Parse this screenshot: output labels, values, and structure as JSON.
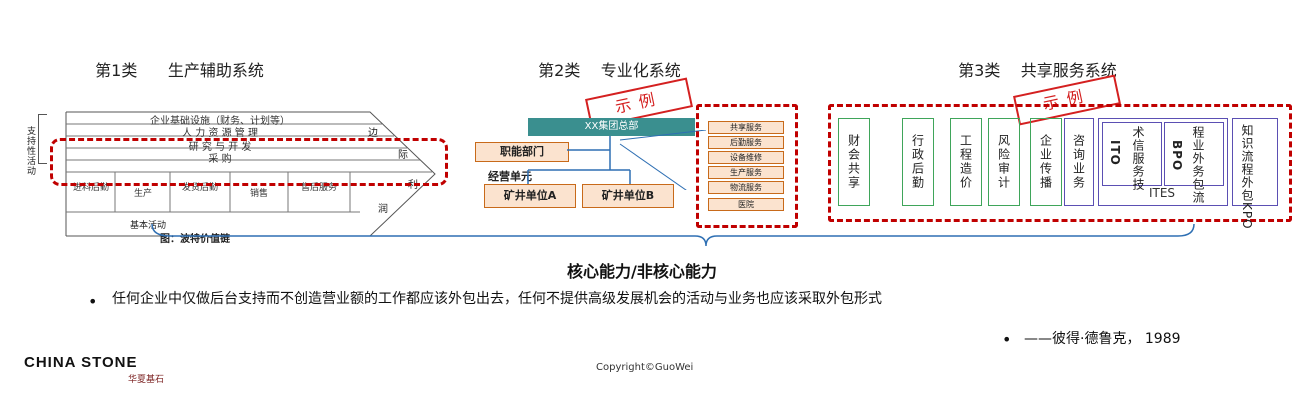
{
  "categories": [
    {
      "label": "第1类",
      "name": "生产辅助系统"
    },
    {
      "label": "第2类",
      "name": "专业化系统"
    },
    {
      "label": "第3类",
      "name": "共享服务系统"
    }
  ],
  "panel1": {
    "left_label": "支持性活动",
    "rows": [
      "企业基础设施（财务、计划等）",
      "人 力 资 源 管 理",
      "研 究 与 开 发",
      "采    购"
    ],
    "primary": [
      "进料后勤",
      "生产",
      "发货后勤",
      "销售",
      "售后服务"
    ],
    "arrow_text": [
      "边",
      "际",
      "利",
      "润"
    ],
    "bottom_label": "基本活动",
    "caption": "图：波特价值链"
  },
  "panel2": {
    "stamp": "示例",
    "hq": "XX集团总部",
    "functional": "职能部门",
    "business_unit_label": "经营单元",
    "units": [
      "矿井单位A",
      "矿井单位B"
    ],
    "services": [
      "共享服务",
      "后勤服务",
      "设备维修",
      "生产服务",
      "物流服务",
      "医院"
    ]
  },
  "panel3": {
    "stamp": "示例",
    "green_cols": [
      "财会共享",
      "行政后勤",
      "工程造价",
      "风险审计",
      "企业传播"
    ],
    "consult": "咨询业务",
    "ito_top": "术信服务技",
    "ito": "ITO",
    "bpo_top": "程业外务包流",
    "bpo": "BPO",
    "ites": "ITES",
    "kpo": "知识流程外包KPO"
  },
  "center_label": "核心能力/非核心能力",
  "bullets": [
    "任何企业中仅做后台支持而不创造营业额的工作都应该外包出去，任何不提供高级发展机会的活动与业务也应该采取外包形式",
    "——彼得·德鲁克， 1989"
  ],
  "footer": {
    "logo": "CHINA STONE",
    "logo_sub": "华夏基石",
    "copyright": "Copyright©GuoWei"
  }
}
